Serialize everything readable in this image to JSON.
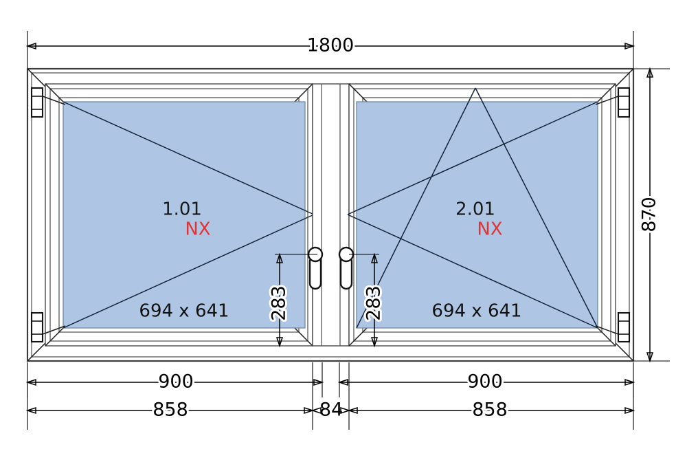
{
  "drawing": {
    "type": "window-elevation",
    "units": "mm",
    "colors": {
      "glass": "#aec6e4",
      "frame": "#ffffff",
      "frame_stroke": "#4a4a4a",
      "opening_symbol": "#14243a",
      "dimension": "#000000",
      "label_black": "#1a1a1a",
      "label_red": "#e03434",
      "background": "#ffffff"
    },
    "overall": {
      "width_label": "1800",
      "height_label": "870"
    },
    "sashes": [
      {
        "id": "left",
        "number_label": "1.01",
        "code_label": "NX",
        "glass_label": "694 x 641",
        "handle_height_label": "283",
        "opening_type": "turn-left-hinged",
        "handle_side": "right",
        "hinge_side": "left",
        "width_nominal_label": "900",
        "width_sash_label": "858"
      },
      {
        "id": "right",
        "number_label": "2.01",
        "code_label": "NX",
        "glass_label": "694 x 641",
        "handle_height_label": "283",
        "opening_type": "tilt-turn-right-hinged",
        "handle_side": "left",
        "hinge_side": "right",
        "width_nominal_label": "900",
        "width_sash_label": "858"
      }
    ],
    "mullion": {
      "width_label": "84"
    },
    "dimension_rows": {
      "top": [
        "1800"
      ],
      "right": [
        "870"
      ],
      "bottom_upper": [
        "900",
        "900"
      ],
      "bottom_lower": [
        "858",
        "84",
        "858"
      ]
    }
  }
}
